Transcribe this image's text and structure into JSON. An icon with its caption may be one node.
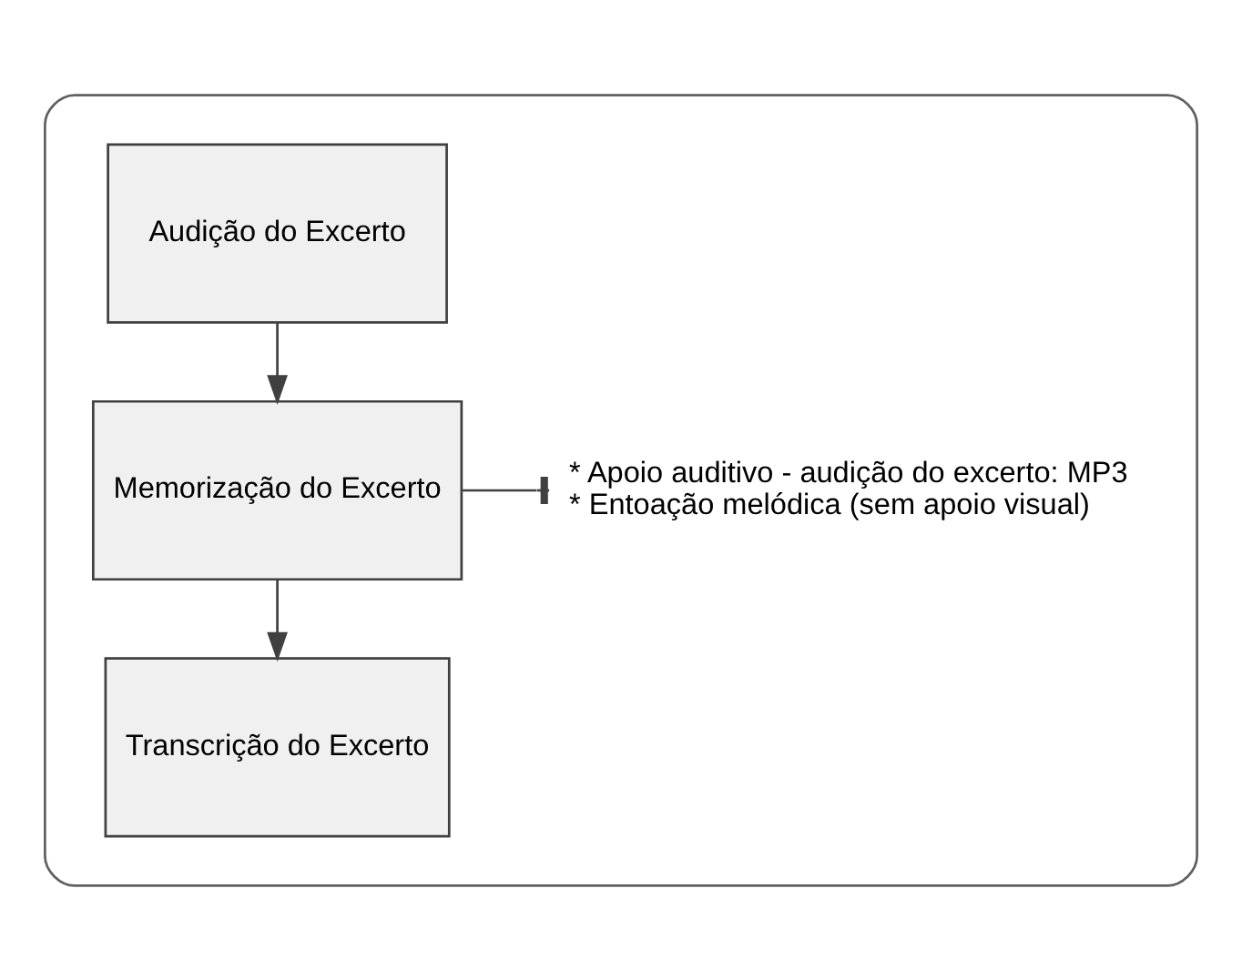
{
  "diagram": {
    "nodes": [
      {
        "text": [],
        "shape": "box"
      },
      {
        "text": [
          "Audição do Excerto"
        ],
        "in": 0
      },
      {
        "text": [
          "Memorização do Excerto"
        ],
        "in": 0
      },
      {
        "text": [
          "Transcrição do Excerto"
        ],
        "in": 0
      },
      {
        "text": [
          "* Apoio auditivo - audição do excerto: MP3",
          "* Entoação melódica (sem apoio visual)"
        ],
        "in": 0
      }
    ],
    "edges": [
      {
        "from": 1,
        "to": 2,
        "arrow": "to"
      },
      {
        "from": 2,
        "to": 3,
        "arrow": "to"
      },
      {
        "from": 2,
        "to": 4,
        "arrow": "other"
      }
    ]
  }
}
